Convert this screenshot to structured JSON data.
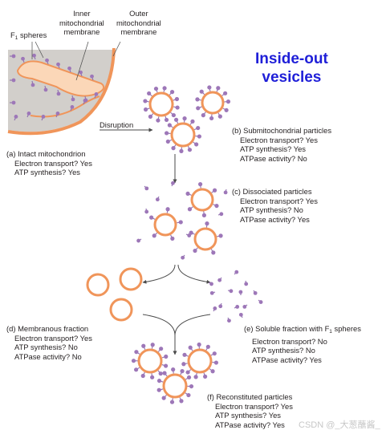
{
  "labels": {
    "f1_spheres": "F",
    "f1_sub": "1",
    "f1_spheres_rest": " spheres",
    "inner_membrane": "Inner\nmitochondrial\nmembrane",
    "outer_membrane": "Outer\nmitochondrial\nmembrane",
    "inside_out": "Inside-out\nvesicles",
    "disruption": "Disruption",
    "watermark": "CSDN @_大葱蘸酱_"
  },
  "panels": {
    "a": {
      "title": "(a) Intact mitochondrion",
      "lines": [
        "Electron transport? Yes",
        "ATP synthesis? Yes"
      ]
    },
    "b": {
      "title": "(b) Submitochondrial particles",
      "lines": [
        "Electron transport? Yes",
        "ATP synthesis? Yes",
        "ATPase activity? No"
      ]
    },
    "c": {
      "title": "(c) Dissociated particles",
      "lines": [
        "Electron transport? Yes",
        "ATP synthesis? No",
        "ATPase activity? Yes"
      ]
    },
    "d": {
      "title": "(d) Membranous fraction",
      "lines": [
        "Electron transport? Yes",
        "ATP synthesis? No",
        "ATPase activity? No"
      ]
    },
    "e": {
      "title_pre": "(e) Soluble fraction with F",
      "title_sub": "1",
      "title_post": " spheres",
      "lines": [
        "Electron transport? No",
        "ATP synthesis? No",
        "ATPase activity? Yes"
      ]
    },
    "f": {
      "title": "(f) Reconstituted particles",
      "lines": [
        "Electron transport? Yes",
        "ATP synthesis? Yes",
        "ATPase activity? Yes"
      ]
    }
  },
  "colors": {
    "vesicle_ring": "#f0955a",
    "vesicle_fill": "#ffffff",
    "knob": "#9d77b8",
    "stalk": "#8e6fae",
    "cytoplasm": "#d2cfcb",
    "outer_membrane": "#f0955a",
    "inner_membrane_fill": "#fbd7b8",
    "title_blue": "#1f1fd8",
    "arrow": "#4a4a4a"
  }
}
